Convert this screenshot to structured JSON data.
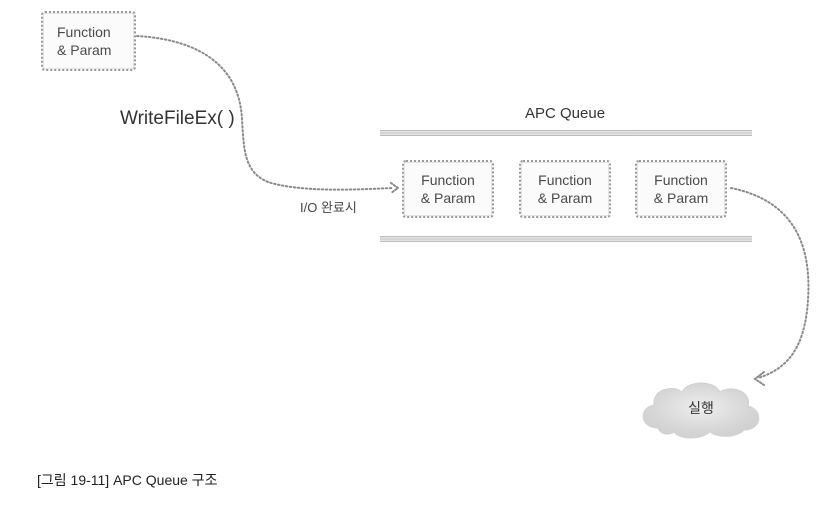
{
  "source_box": {
    "line1": "Function",
    "line2": "& Param"
  },
  "call_label": "WriteFileEx(  )",
  "io_label": "I/O 완료시",
  "queue": {
    "title": "APC Queue",
    "items": [
      {
        "line1": "Function",
        "line2": "& Param"
      },
      {
        "line1": "Function",
        "line2": "& Param"
      },
      {
        "line1": "Function",
        "line2": "& Param"
      }
    ]
  },
  "execute_label": "실행",
  "caption": "[그림 19-11] APC Queue 구조",
  "colors": {
    "dotted_link": "#8a8a8a",
    "cloud_fill": "#d9d9d9",
    "rail": "#cfcfcf"
  }
}
